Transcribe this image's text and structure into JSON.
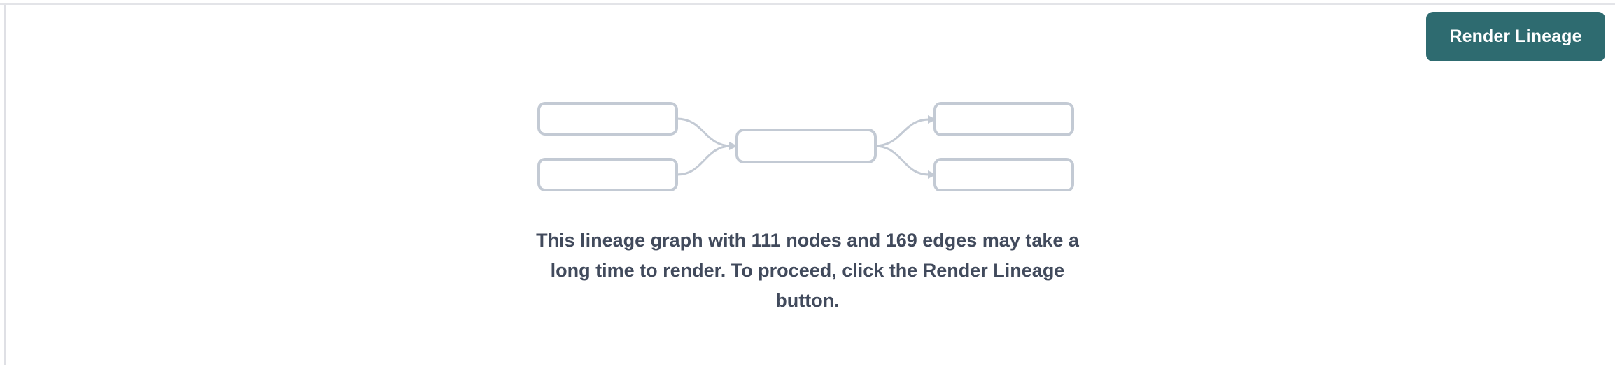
{
  "window": {
    "background_color": "#ffffff",
    "border_color": "#e3e4e8"
  },
  "toolbar": {
    "render_lineage_label": "Render Lineage",
    "render_lineage_color": "#2e6b70",
    "render_lineage_text_color": "#ffffff"
  },
  "empty_state": {
    "message": "This lineage graph with 111 nodes and 169 edges may take a long time to render. To proceed, click the Render Lineage button.",
    "message_color": "#414a5c",
    "node_count": 111,
    "edge_count": 169,
    "illustration": {
      "node_stroke_color": "#c3cad4",
      "node_fill_color": "#ffffff",
      "edge_color": "#c3cad4",
      "nodes": [
        {
          "id": "upstream-1",
          "column": "left",
          "row": "top"
        },
        {
          "id": "upstream-2",
          "column": "left",
          "row": "bottom"
        },
        {
          "id": "focus",
          "column": "center",
          "row": "middle"
        },
        {
          "id": "downstream-1",
          "column": "right",
          "row": "top"
        },
        {
          "id": "downstream-2",
          "column": "right",
          "row": "bottom"
        }
      ],
      "edges": [
        {
          "from": "upstream-1",
          "to": "focus"
        },
        {
          "from": "upstream-2",
          "to": "focus"
        },
        {
          "from": "focus",
          "to": "downstream-1"
        },
        {
          "from": "focus",
          "to": "downstream-2"
        }
      ]
    }
  }
}
